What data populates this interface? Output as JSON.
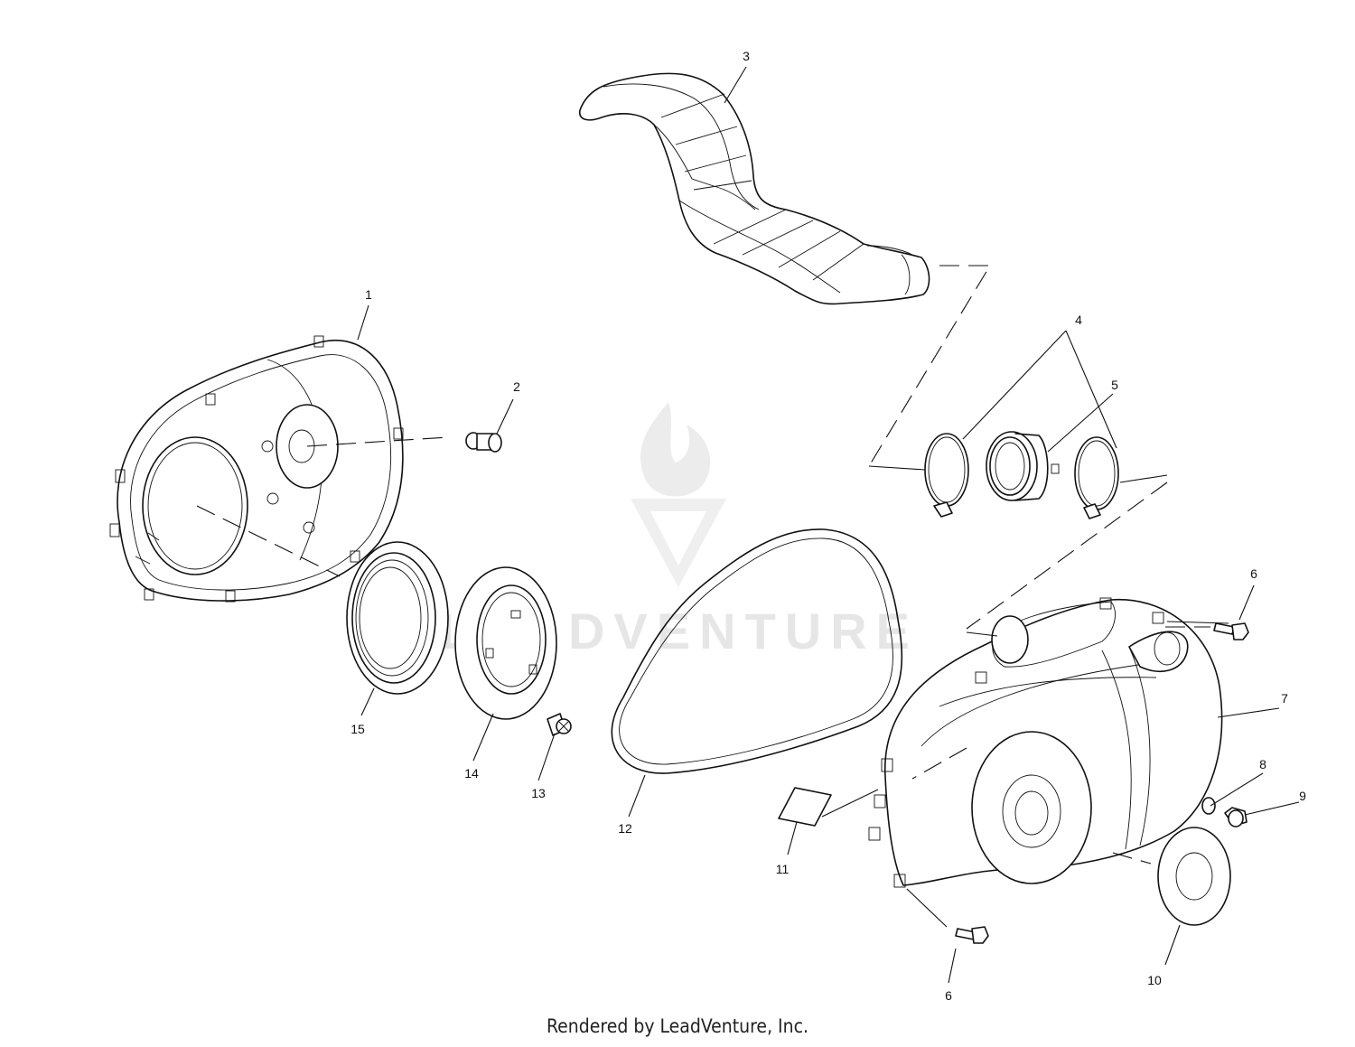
{
  "watermark": {
    "text": "LEADVENTURE",
    "color": "#e6e6e6"
  },
  "callouts": [
    {
      "id": "c1",
      "label": "1"
    },
    {
      "id": "c2",
      "label": "2"
    },
    {
      "id": "c3",
      "label": "3"
    },
    {
      "id": "c4",
      "label": "4"
    },
    {
      "id": "c5",
      "label": "5"
    },
    {
      "id": "c6a",
      "label": "6"
    },
    {
      "id": "c6b",
      "label": "6"
    },
    {
      "id": "c7",
      "label": "7"
    },
    {
      "id": "c8",
      "label": "8"
    },
    {
      "id": "c9",
      "label": "9"
    },
    {
      "id": "c10",
      "label": "10"
    },
    {
      "id": "c11",
      "label": "11"
    },
    {
      "id": "c12",
      "label": "12"
    },
    {
      "id": "c13",
      "label": "13"
    },
    {
      "id": "c14",
      "label": "14"
    },
    {
      "id": "c15",
      "label": "15"
    }
  ],
  "footer": {
    "text": "Rendered by LeadVenture, Inc."
  }
}
